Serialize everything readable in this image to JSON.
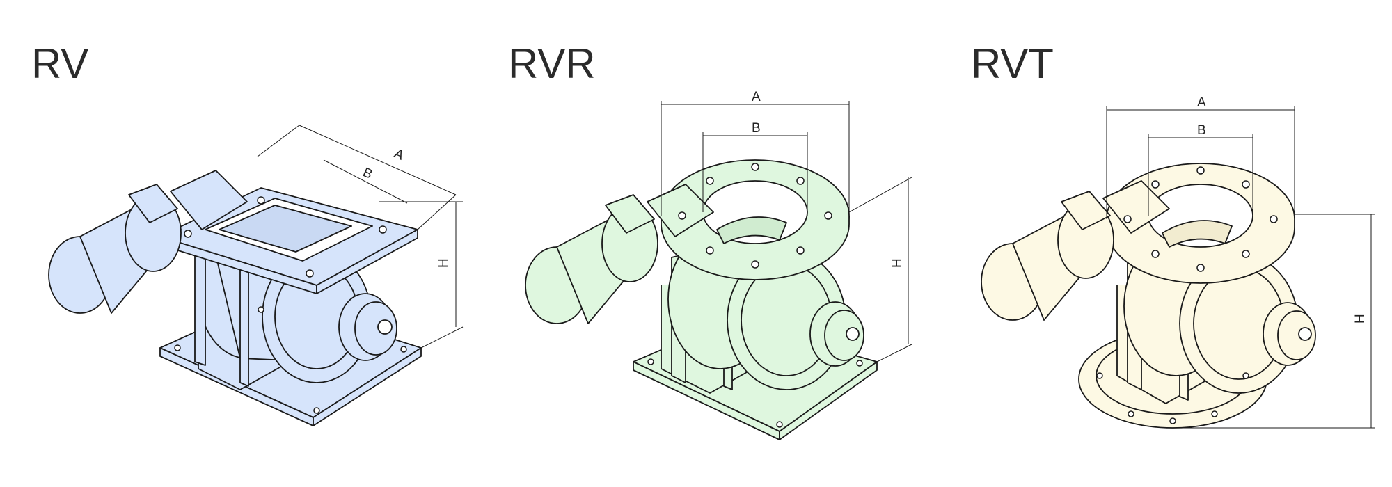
{
  "palette": {
    "stroke": "#1a1a1a",
    "fill_rv": "#d6e4fb",
    "fill_rvr": "#dff7df",
    "fill_rvt": "#fdf9e4"
  },
  "panels": [
    {
      "title": "RV",
      "dim_a": "A",
      "dim_b": "B",
      "dim_h": "H"
    },
    {
      "title": "RVR",
      "dim_a": "A",
      "dim_b": "B",
      "dim_h": "H"
    },
    {
      "title": "RVT",
      "dim_a": "A",
      "dim_b": "B",
      "dim_h": "H"
    }
  ]
}
